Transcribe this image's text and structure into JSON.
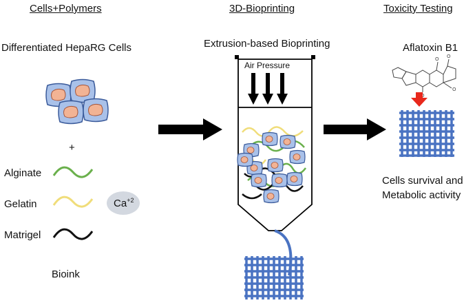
{
  "headers": {
    "cells_polymers": "Cells+Polymers",
    "bioprinting": "3D-Bioprinting",
    "toxicity": "Toxicity Testing"
  },
  "left": {
    "cells_label": "Differentiated HepaRG Cells",
    "plus": "+",
    "alginate": "Alginate",
    "gelatin": "Gelatin",
    "matrigel": "Matrigel",
    "calcium_base": "Ca",
    "calcium_sup": "+2",
    "bioink": "Bioink"
  },
  "middle": {
    "method": "Extrusion-based Bioprinting",
    "air_pressure": "Air Pressure"
  },
  "right": {
    "compound": "Aflatoxin B1",
    "outcome_line1": "Cells survival and",
    "outcome_line2": "Metabolic activity"
  },
  "colors": {
    "cell_fill": "#a9c1e9",
    "cell_stroke": "#3a5a9a",
    "nucleus": "#f2b394",
    "nucleus_stroke": "#a4553a",
    "alginate": "#6ab04c",
    "gelatin": "#f0dd7a",
    "matrigel": "#111111",
    "scaffold": "#4a73c2",
    "arrow_red": "#e8281c",
    "calcium_bg": "#d3d8e0"
  }
}
